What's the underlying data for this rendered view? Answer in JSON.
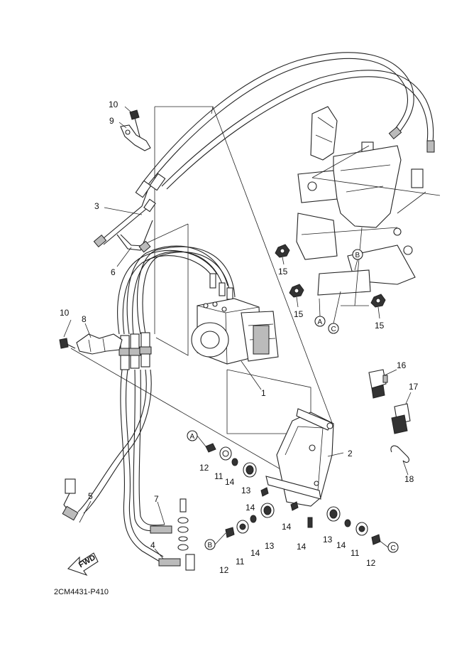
{
  "drawing_ref": "2CM4431-P410",
  "fwd_label": "FWD",
  "callouts": {
    "c1": "1",
    "c2": "2",
    "c3": "3",
    "c4": "4",
    "c5": "5",
    "c6": "6",
    "c7": "7",
    "c8": "8",
    "c9": "9",
    "c10a": "10",
    "c10b": "10",
    "c11a": "11",
    "c11b": "11",
    "c11c": "11",
    "c12a": "12",
    "c12b": "12",
    "c12c": "12",
    "c13a": "13",
    "c13b": "13",
    "c13c": "13",
    "c14a": "14",
    "c14b": "14",
    "c14c": "14",
    "c14d": "14",
    "c14e": "14",
    "c14f": "14",
    "c15a": "15",
    "c15b": "15",
    "c15c": "15",
    "c16": "16",
    "c17": "17",
    "c18": "18"
  },
  "reference_marks": {
    "a1": "A",
    "a2": "A",
    "b1": "B",
    "b2": "B",
    "c1": "C",
    "c2": "C"
  }
}
